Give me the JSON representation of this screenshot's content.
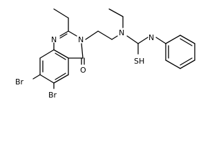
{
  "atoms": {
    "br_top": "Br",
    "br_bottom": "Br",
    "n_ring_upper": "N",
    "n_ring_right": "N",
    "o_carbonyl": "O",
    "n_thiourea": "N",
    "sh": "SH",
    "n_phenyl": "N"
  }
}
